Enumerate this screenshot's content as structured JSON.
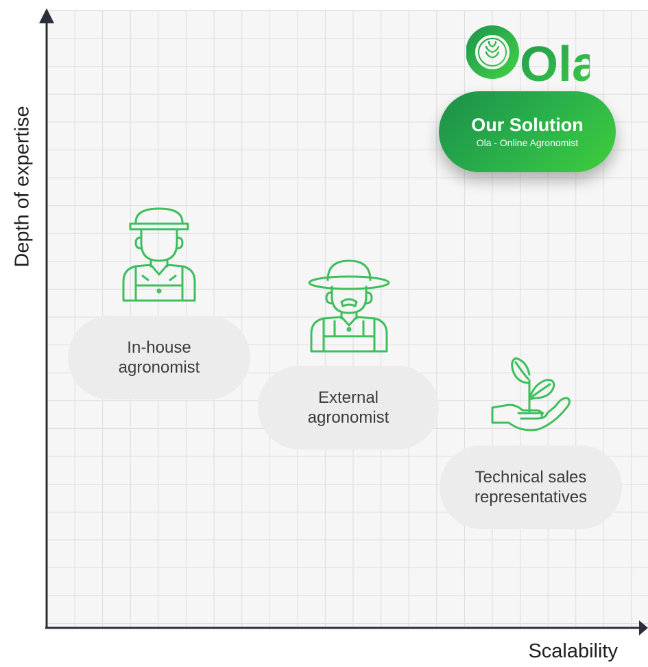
{
  "axes": {
    "y_label": "Depth of expertise",
    "x_label": "Scalability"
  },
  "logo": {
    "text": "Ola"
  },
  "solution": {
    "title": "Our Solution",
    "subtitle": "Ola - Online Agronomist"
  },
  "items": [
    {
      "line1": "In-house",
      "line2": "agronomist",
      "icon": "farmer-cap-icon"
    },
    {
      "line1": "External",
      "line2": "agronomist",
      "icon": "farmer-hat-icon"
    },
    {
      "line1": "Technical sales",
      "line2": "representatives",
      "icon": "hand-sprout-icon"
    }
  ],
  "colors": {
    "brand_green": "#27a84b",
    "icon_green": "#3cbf5c",
    "pill_gray": "#ececec",
    "grid_bg": "#f6f6f6",
    "grid_line": "#dcdcdc"
  }
}
